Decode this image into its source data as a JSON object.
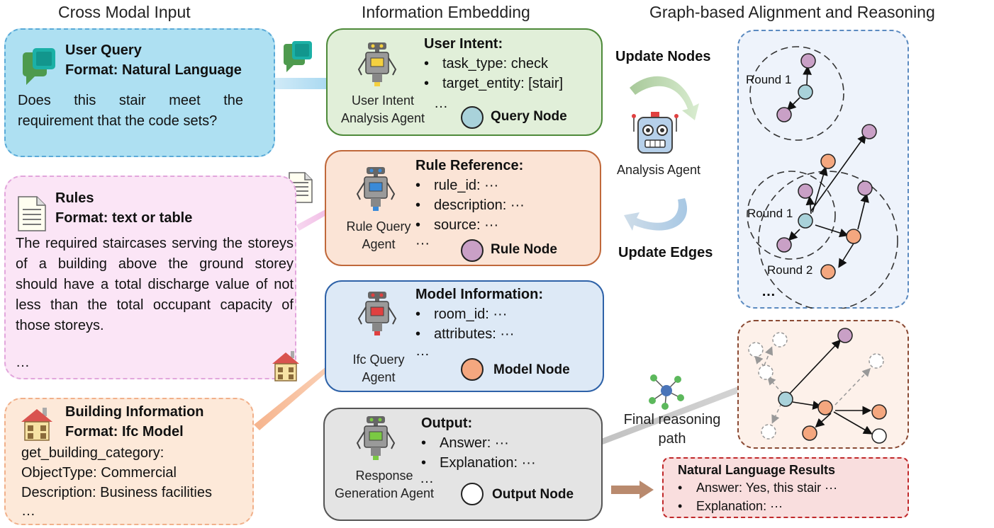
{
  "headers": {
    "col1": "Cross Modal Input",
    "col2": "Information Embedding",
    "col3": "Graph-based Alignment and Reasoning"
  },
  "query_box": {
    "title": "User Query",
    "format": "Format: Natural Language",
    "text": "Does this stair meet the requirement that the code sets?"
  },
  "rules_box": {
    "title": "Rules",
    "format": "Format: text or table",
    "text": "The required staircases serving the storeys of a building above the ground storey should have a total discharge value of not less than the total occupant capacity of those storeys.",
    "ellipsis": "…"
  },
  "building_box": {
    "title": "Building Information",
    "format": "Format: Ifc Model",
    "lines": [
      "get_building_category:",
      "ObjectType: Commercial",
      "Description: Business facilities",
      "…"
    ]
  },
  "intent_panel": {
    "title": "User Intent:",
    "items": [
      "task_type: check",
      "target_entity: [stair]"
    ],
    "agent_label": "User Intent\nAnalysis Agent",
    "ellipsis": "…",
    "node_label": "Query Node"
  },
  "rule_panel": {
    "title": "Rule Reference:",
    "items": [
      "rule_id: ···",
      "description: ···",
      "source: ···"
    ],
    "agent_label": "Rule Query\nAgent",
    "ellipsis": "···",
    "node_label": "Rule Node"
  },
  "model_panel": {
    "title": "Model Information:",
    "items": [
      "room_id: ···",
      "attributes: ···"
    ],
    "agent_label": "Ifc Query\nAgent",
    "ellipsis": "…",
    "node_label": "Model Node"
  },
  "output_panel": {
    "title": "Output:",
    "items": [
      "Answer: ···",
      "Explanation: ···"
    ],
    "agent_label": "Response\nGeneration Agent",
    "ellipsis": "…",
    "node_label": "Output Node"
  },
  "analysis": {
    "update_nodes": "Update Nodes",
    "update_edges": "Update Edges",
    "agent_label": "Analysis Agent"
  },
  "graph": {
    "round1_top": "Round 1",
    "round1_bottom": "Round 1",
    "round2": "Round 2",
    "ellipsis": "…"
  },
  "final_path": "Final reasoning\npath",
  "results": {
    "title": "Natural Language Results",
    "items": [
      "Answer: Yes, this stair ···",
      "Explanation: ···"
    ]
  },
  "colors": {
    "query_node": "#a9d2da",
    "rule_node": "#c9a0c6",
    "model_node": "#f4a77f",
    "output_node": "#ffffff",
    "intent_border": "#4e8a3a",
    "rule_border": "#c0683a",
    "model_border": "#2e62a8",
    "output_border": "#555555"
  }
}
